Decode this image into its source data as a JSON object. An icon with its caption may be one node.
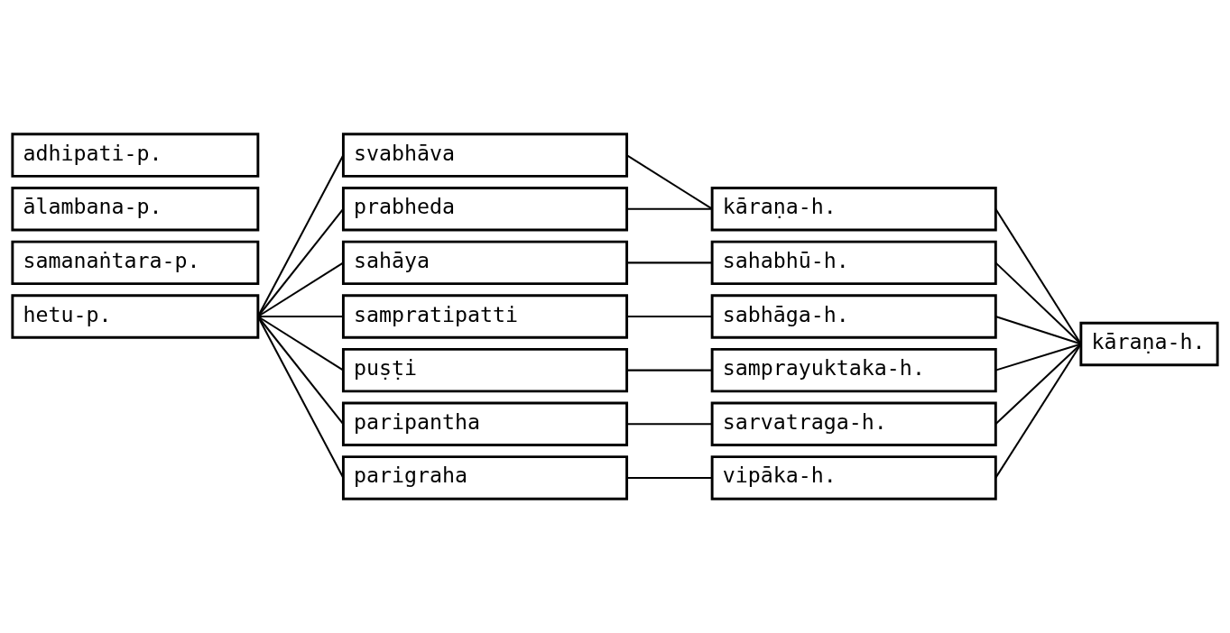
{
  "diagram": {
    "nodes": [
      {
        "text": [
          "hetu-p."
        ]
      },
      {
        "text": [
          "samanaṅtara-p."
        ]
      },
      {
        "text": [
          "ālambana-p."
        ]
      },
      {
        "text": [
          "adhipati-p."
        ]
      },
      {
        "text": [
          "svabhāva"
        ]
      },
      {
        "text": [
          "prabheda"
        ]
      },
      {
        "text": [
          "sahāya"
        ]
      },
      {
        "text": [
          "sampratipatti"
        ]
      },
      {
        "text": [
          "puṣṭi"
        ]
      },
      {
        "text": [
          "paripantha"
        ]
      },
      {
        "text": [
          "parigraha"
        ]
      },
      {
        "text": [
          "kāraṇa-h."
        ]
      },
      {
        "text": [
          "sahabhū-h."
        ]
      },
      {
        "text": [
          "sabhāga-h."
        ]
      },
      {
        "text": [
          "samprayuktaka-h."
        ]
      },
      {
        "text": [
          "sarvatraga-h."
        ]
      },
      {
        "text": [
          "vipāka-h."
        ]
      },
      {
        "text": [
          "kāraṇa-h."
        ]
      }
    ],
    "edges": [
      {
        "from": 0,
        "to": 4,
        "arrow": "none"
      },
      {
        "from": 0,
        "to": 5,
        "arrow": "none"
      },
      {
        "from": 0,
        "to": 6,
        "arrow": "none"
      },
      {
        "from": 0,
        "to": 7,
        "arrow": "none"
      },
      {
        "from": 0,
        "to": 8,
        "arrow": "none"
      },
      {
        "from": 0,
        "to": 9,
        "arrow": "none"
      },
      {
        "from": 0,
        "to": 10,
        "arrow": "none"
      },
      {
        "from": 4,
        "to": 11,
        "arrow": "none"
      },
      {
        "from": 5,
        "to": 11,
        "arrow": "none"
      },
      {
        "from": 6,
        "to": 12,
        "arrow": "none"
      },
      {
        "from": 7,
        "to": 13,
        "arrow": "none"
      },
      {
        "from": 8,
        "to": 14,
        "arrow": "none"
      },
      {
        "from": 9,
        "to": 15,
        "arrow": "none"
      },
      {
        "from": 10,
        "to": 16,
        "arrow": "none"
      },
      {
        "from": 11,
        "to": 17,
        "arrow": "none"
      },
      {
        "from": 12,
        "to": 17,
        "arrow": "none"
      },
      {
        "from": 13,
        "to": 17,
        "arrow": "none"
      },
      {
        "from": 14,
        "to": 17,
        "arrow": "none"
      },
      {
        "from": 15,
        "to": 17,
        "arrow": "none"
      },
      {
        "from": 16,
        "to": 17,
        "arrow": "none"
      }
    ]
  }
}
